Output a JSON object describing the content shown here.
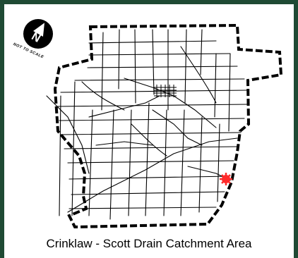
{
  "map": {
    "caption": "Crinklaw - Scott Drain Catchment Area",
    "scale_note": "NOT TO SCALE",
    "north_arrow_letter": "N",
    "frame_color": "#1f4a34",
    "boundary_color": "#000000",
    "road_color": "#000000",
    "catchment_marker_color": "#ff2a2a"
  }
}
